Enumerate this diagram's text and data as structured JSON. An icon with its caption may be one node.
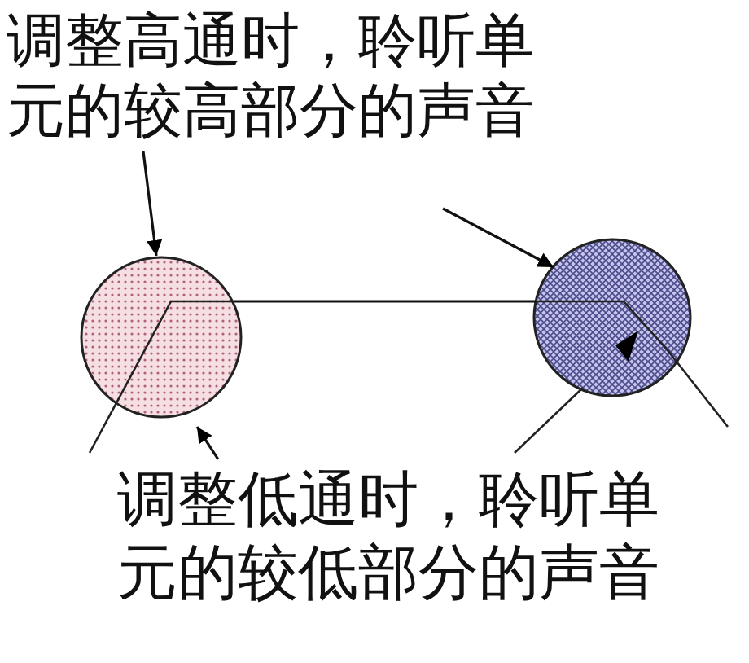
{
  "diagram": {
    "nodes": [
      {
        "text": [
          "调整高通时，聆听单元的较高部分的声音"
        ]
      },
      {
        "text": [
          "调整低通时，聆听单元的较低部分的声音"
        ]
      },
      {
        "text": [],
        "shape": "circle"
      },
      {
        "text": [],
        "shape": "circle"
      }
    ],
    "edges": [
      {
        "from": 0,
        "to": 2,
        "arrow": "to"
      },
      {
        "from": 1,
        "to": 2,
        "arrow": "to"
      },
      {
        "from": null,
        "to": 3,
        "arrow": "to"
      },
      {
        "from": 2,
        "to": 3,
        "arrow": "none"
      }
    ]
  }
}
